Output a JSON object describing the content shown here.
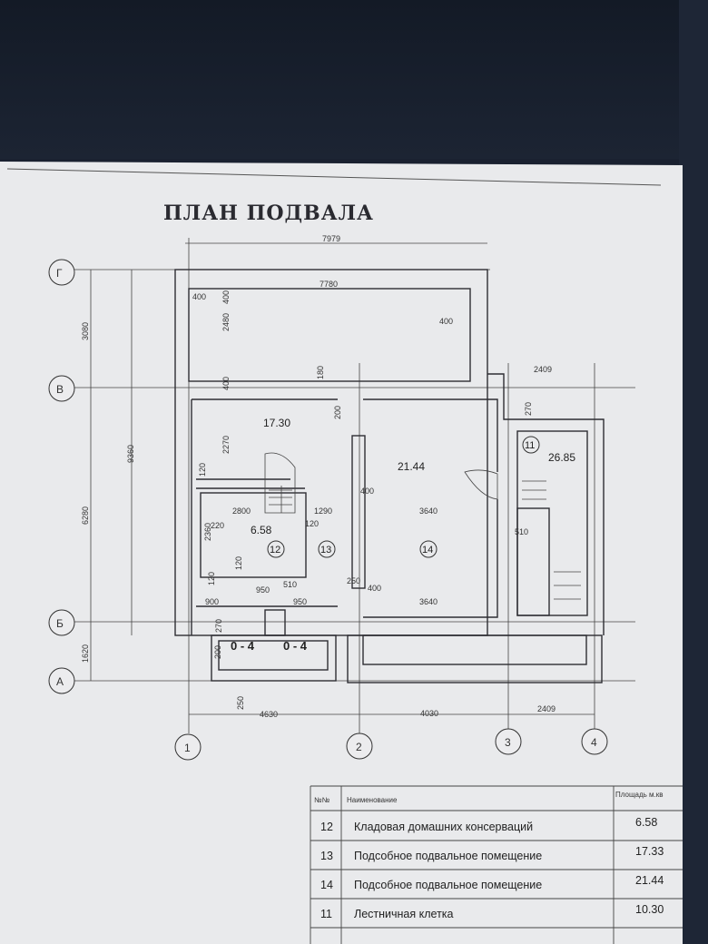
{
  "title": "ПЛАН ПОДВАЛА",
  "axes": {
    "rows": [
      "Г",
      "В",
      "Б",
      "А"
    ],
    "cols": [
      "1",
      "2",
      "3",
      "4"
    ]
  },
  "rooms": [
    {
      "no": "11",
      "area": "26.85"
    },
    {
      "no": "12",
      "area": "6.58"
    },
    {
      "no": "13",
      "area": "17.30"
    },
    {
      "no": "14",
      "area": "21.44"
    }
  ],
  "dimensions": {
    "overall_top": "7979",
    "inner_top": "7780",
    "wall_400_a": "400",
    "wall_400_b": "400",
    "wall_400_c": "400",
    "h_2480": "2480",
    "v_3080": "3080",
    "v_9360": "9360",
    "v_6280": "6280",
    "v_1620": "1620",
    "v_2270": "2270",
    "v_200": "200",
    "v_180": "180",
    "v_120a": "120",
    "v_2360": "2360",
    "v_120b": "120",
    "h_2800": "2800",
    "h_1290": "1290",
    "h_120c": "120",
    "h_3640a": "3640",
    "h_3640b": "3640",
    "h_400d": "400",
    "h_250": "250",
    "h_400e": "400",
    "h_900": "900",
    "h_950a": "950",
    "h_950b": "950",
    "h_510a": "510",
    "h_510b": "510",
    "h_2409a": "2409",
    "h_270": "270",
    "h_2409b": "2409",
    "h_4630": "4630",
    "h_4030": "4030",
    "h_250b": "250",
    "h_200": "200",
    "h_270b": "270",
    "h_400f": "400",
    "h_220": "220",
    "h_120d": "120"
  },
  "openings": [
    "0 - 4",
    "0 - 4"
  ],
  "table": {
    "headers": [
      "№№",
      "Наименование",
      "Площадь м.кв"
    ],
    "rows": [
      {
        "no": "12",
        "name": "Кладовая домашних консерваций",
        "area": "6.58"
      },
      {
        "no": "13",
        "name": "Подсобное подвальное помещение",
        "area": "17.33"
      },
      {
        "no": "14",
        "name": "Подсобное подвальное помещение",
        "area": "21.44"
      },
      {
        "no": "11",
        "name": "Лестничная клетка",
        "area": "10.30"
      }
    ]
  }
}
